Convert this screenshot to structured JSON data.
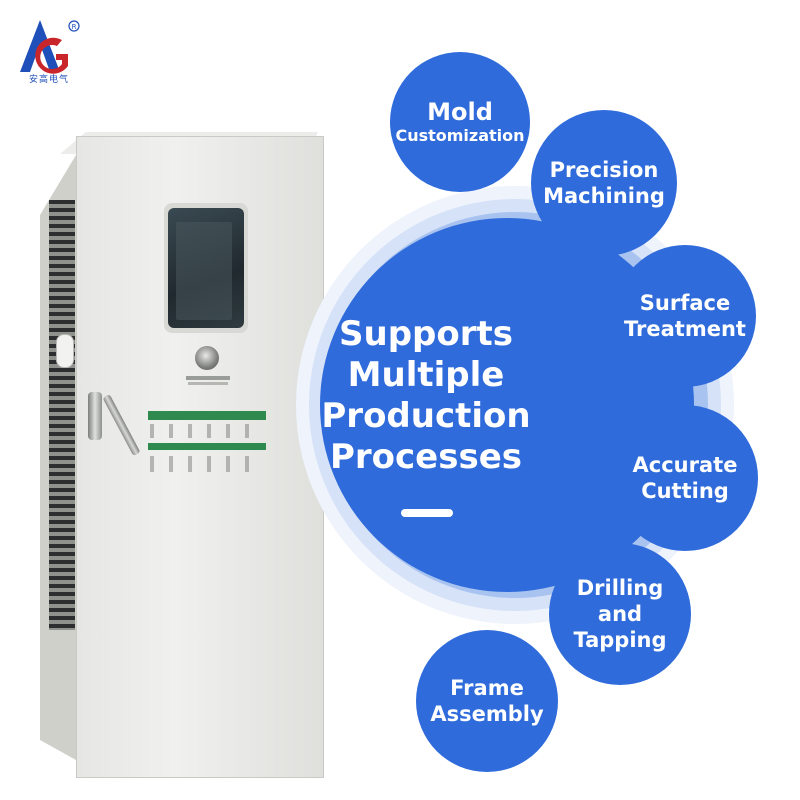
{
  "logo": {
    "letters": "AG",
    "registered": "®",
    "company": "安高电气"
  },
  "center": {
    "lines": [
      "Supports",
      "Multiple",
      "Production",
      "Processes"
    ]
  },
  "bubbles": [
    {
      "line1": "Mold",
      "line2": "Customization"
    },
    {
      "line1": "Precision",
      "line2": "Machining"
    },
    {
      "line1": "Surface",
      "line2": "Treatment"
    },
    {
      "line1": "Accurate",
      "line2": "Cutting"
    },
    {
      "line1": "Drilling",
      "line2": "and",
      "line3": "Tapping"
    },
    {
      "line1": "Frame",
      "line2": "Assembly"
    }
  ],
  "colors": {
    "accent": "#2f6bdb",
    "logo": "#1f4fb8",
    "panel_green": "#2e8a4e"
  },
  "icons": {
    "logo": "ag-logo-icon"
  }
}
